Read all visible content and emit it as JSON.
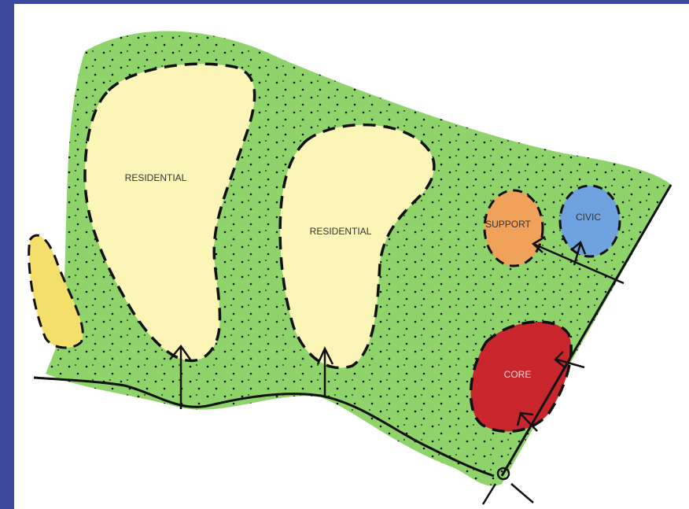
{
  "labels": {
    "residential_1": "RESIDENTIAL",
    "residential_2": "RESIDENTIAL",
    "support": "SUPPORT",
    "civic": "CIVIC",
    "core": "CORE"
  },
  "colors": {
    "frame_border": "#3b4a9c",
    "background": "#ffffff",
    "green_area": "#8fd46a",
    "residential": "#fbf5b8",
    "small_zone": "#f4df6a",
    "support": "#f0a25a",
    "civic": "#6fa3e0",
    "core": "#c8262c",
    "ink": "#111111"
  }
}
